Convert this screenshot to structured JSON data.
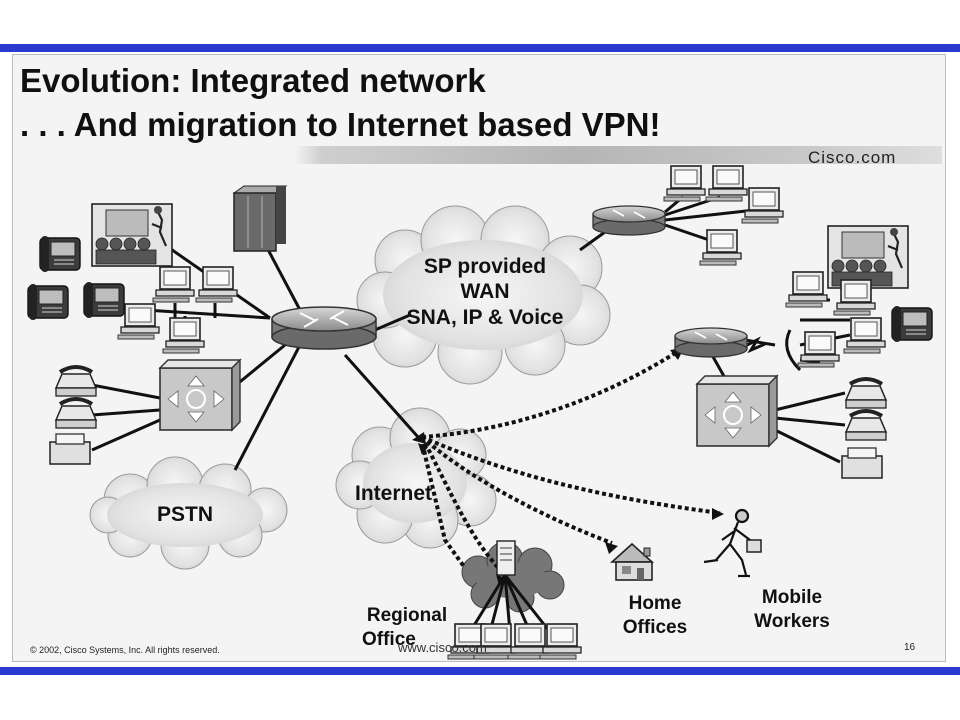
{
  "title": {
    "line1": "Evolution: Integrated network",
    "line2": ". . . And migration to Internet based VPN!"
  },
  "brand": "Cisco.com",
  "clouds": {
    "wan_line1": "SP provided",
    "wan_line2": "WAN",
    "wan_line3": "SNA, IP & Voice",
    "pstn": "PSTN",
    "internet": "Internet"
  },
  "labels": {
    "regional_line1": "Regional",
    "regional_line2": "Office",
    "home_line1": "Home",
    "home_line2": "Offices",
    "mobile_line1": "Mobile",
    "mobile_line2": "Workers"
  },
  "footer": {
    "copyright": "© 2002, Cisco Systems, Inc. All rights reserved.",
    "page": "16",
    "url": "www.cisco.com"
  },
  "colors": {
    "bar": "#2a3ad0",
    "background": "#f4f4f4",
    "ink": "#111111"
  },
  "icons": [
    "router-icon",
    "switch-icon",
    "server-icon",
    "ip-phone-icon",
    "desktop-icon",
    "analog-phone-icon",
    "fax-icon",
    "presentation-icon",
    "home-icon",
    "mobile-worker-icon"
  ]
}
